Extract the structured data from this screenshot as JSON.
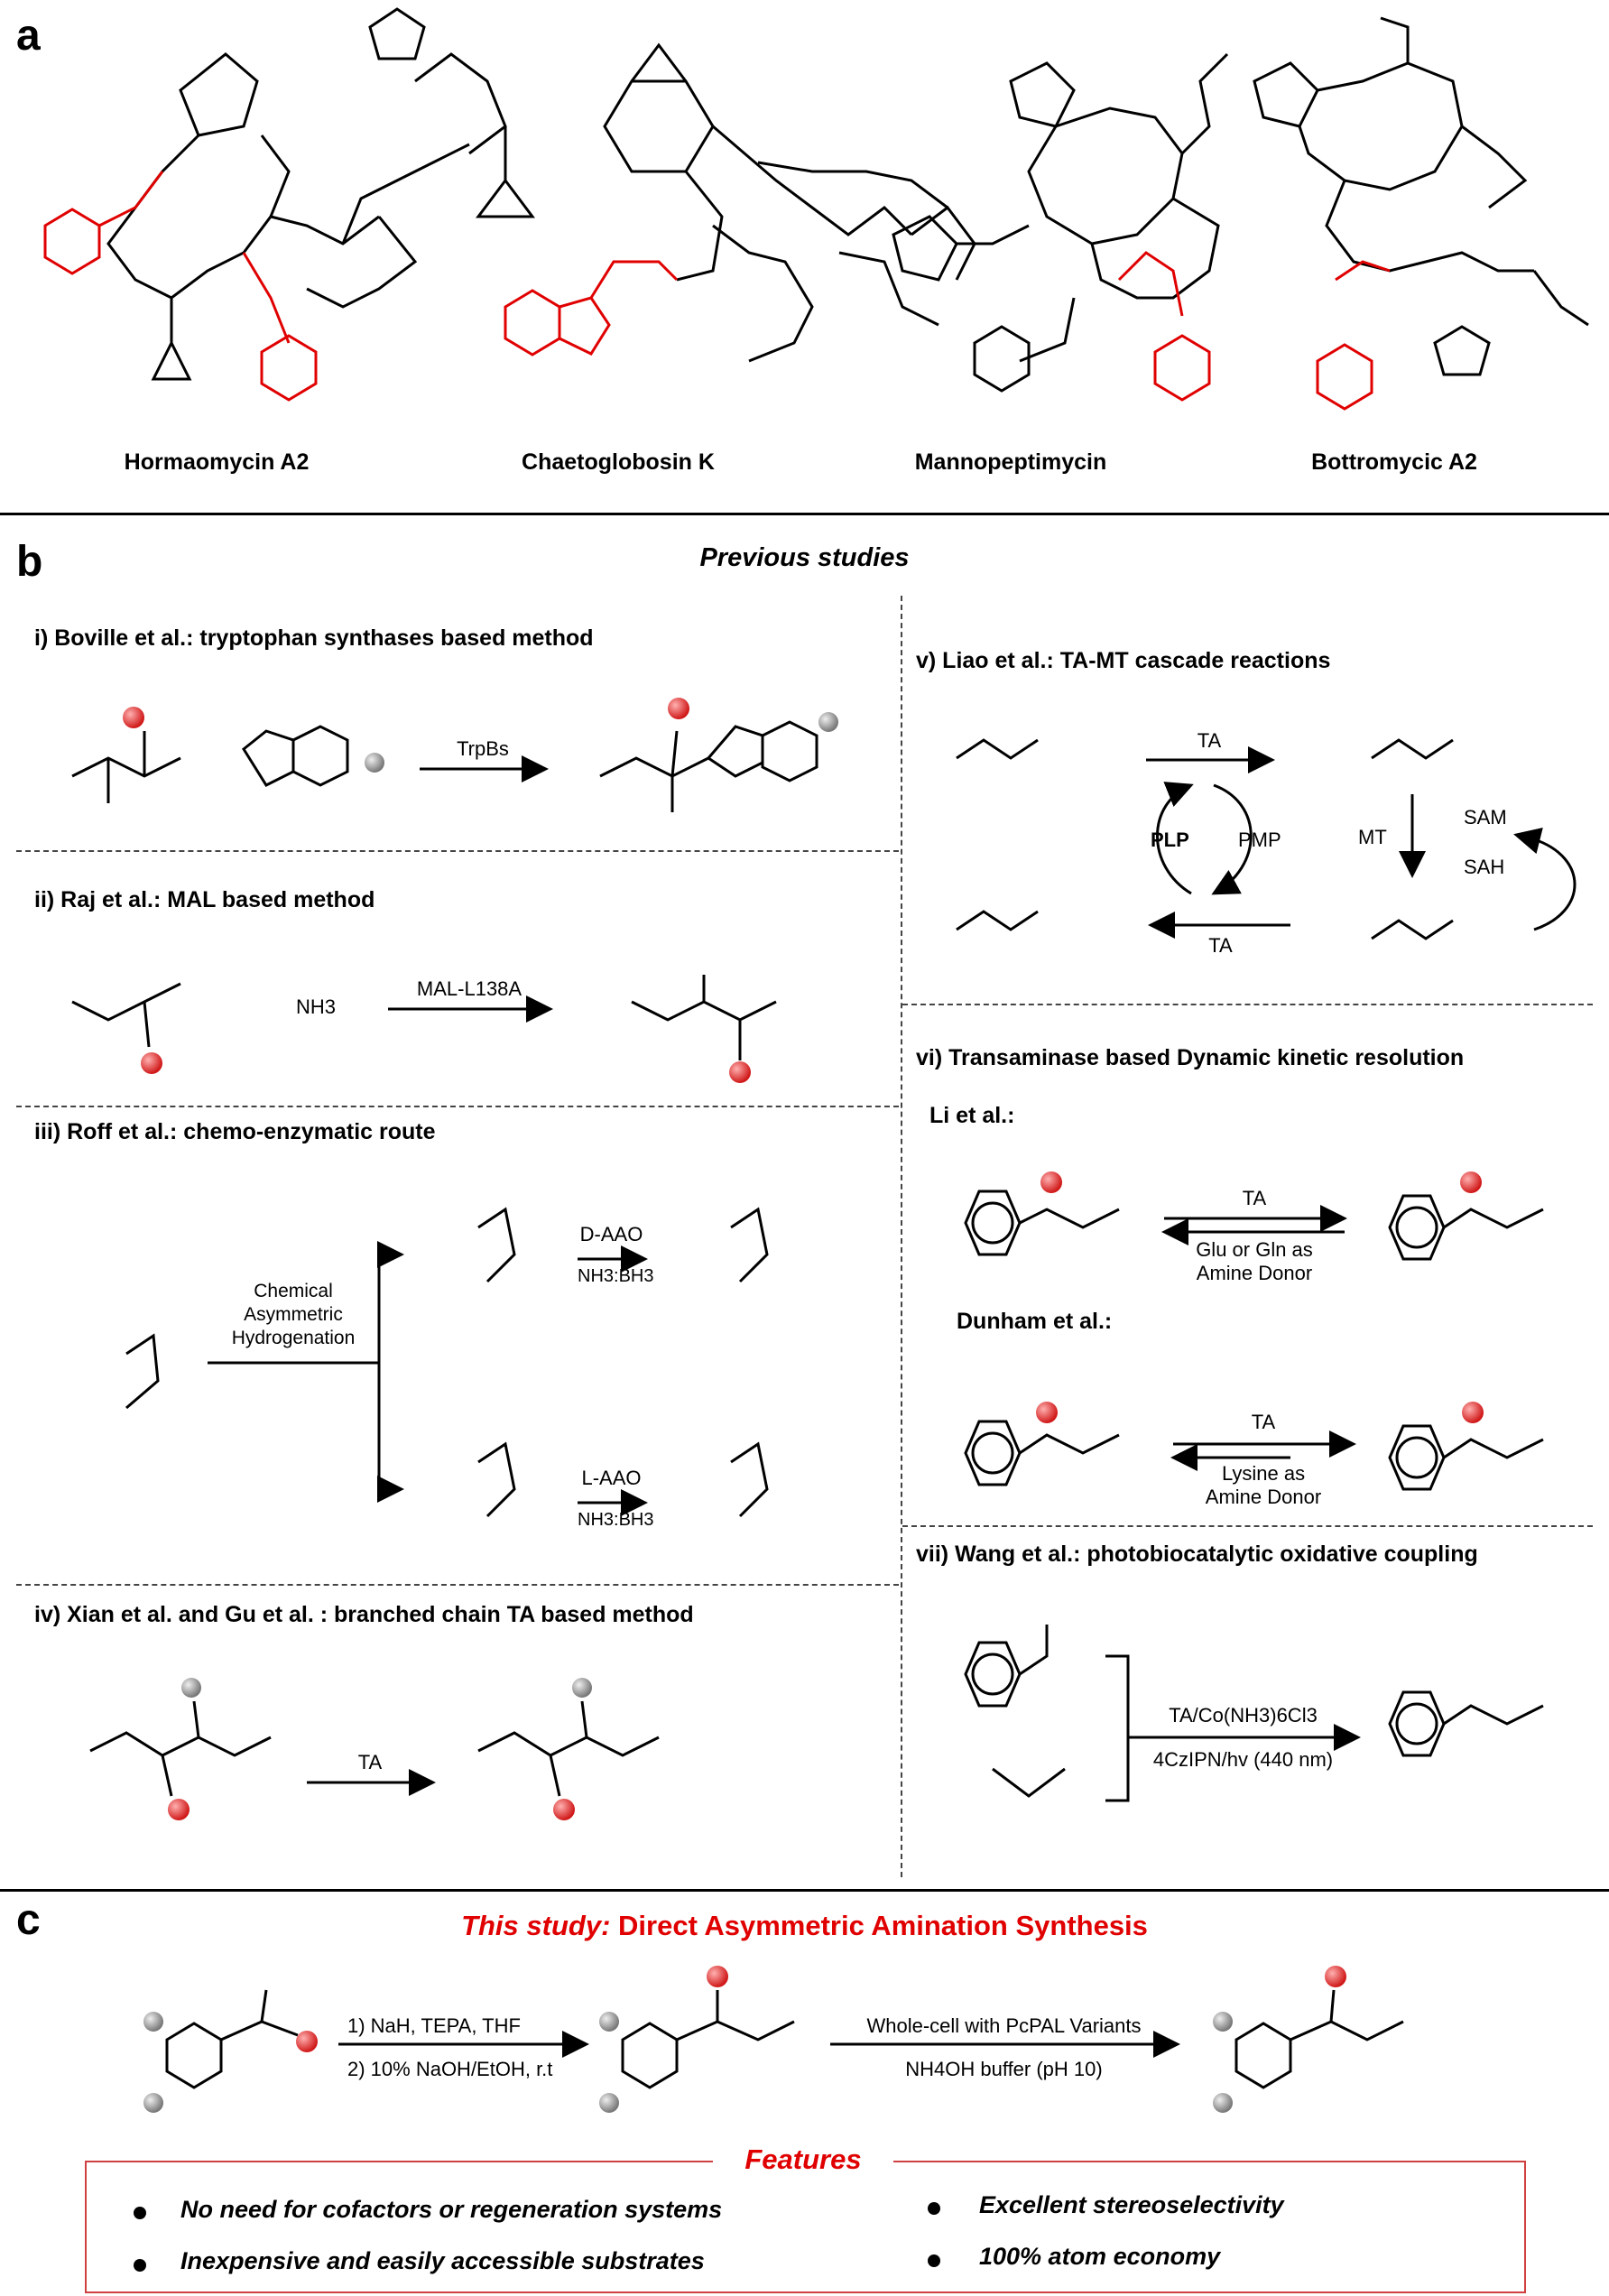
{
  "panels": {
    "a": "a",
    "b": "b",
    "c": "c"
  },
  "panel_a": {
    "compounds": [
      "Hormaomycin A2",
      "Chaetoglobosin K",
      "Mannopeptimycin",
      "Bottromycic A2"
    ]
  },
  "panel_b": {
    "heading": "Previous studies",
    "s1": {
      "title": "i)  Boville et al.: tryptophan synthases based method",
      "enzyme": "TrpBs"
    },
    "s2": {
      "title": "ii)  Raj et al.:  MAL based method",
      "enzyme": "MAL-L138A",
      "reagent": "NH3"
    },
    "s3": {
      "title": "iii) Roff et al.:  chemo-enzymatic route",
      "step1": "Chemical Asymmetric Hydrogenation",
      "d_enzyme": "D-AAO",
      "l_enzyme": "L-AAO",
      "reductant": "NH3:BH3"
    },
    "s4": {
      "title": "iv) Xian et al. and Gu et al. : branched chain TA based method",
      "enzyme": "TA"
    },
    "s5": {
      "title": "v) Liao et al.: TA-MT cascade reactions",
      "ta1": "TA",
      "ta2": "TA",
      "mt": "MT",
      "plp": "PLP",
      "pmp": "PMP",
      "sam": "SAM",
      "sah": "SAH"
    },
    "s6": {
      "title": "vi) Transaminase based Dynamic kinetic resolution",
      "li": "Li et al.:",
      "li_cond1": "TA",
      "li_cond2": "Glu or Gln as",
      "li_cond3": "Amine Donor",
      "dunham": "Dunham et al.:",
      "du_cond1": "TA",
      "du_cond2": "Lysine as",
      "du_cond3": "Amine Donor"
    },
    "s7": {
      "title": "vii) Wang et al.: photobiocatalytic oxidative coupling",
      "cond1": "TA/Co(NH3)6Cl3",
      "cond2": "4CzIPN/hv (440 nm)"
    }
  },
  "panel_c": {
    "title_red": "This study:",
    "title_rest": "Direct Asymmetric Amination Synthesis",
    "cond1a": "1) NaH, TEPA, THF",
    "cond1b": "2) 10% NaOH/EtOH, r.t",
    "cond2a": "Whole-cell with PcPAL Variants",
    "cond2b": "NH4OH buffer (pH 10)",
    "features_title": "Features",
    "features": [
      "No need for cofactors or regeneration systems",
      "Inexpensive and easily accessible substrates",
      "Excellent stereoselectivity",
      "100% atom economy"
    ]
  },
  "colors": {
    "highlight": "#e00000",
    "amine": "#1a3ccc",
    "sphere_red": "#e23a3a",
    "sphere_grey": "#9a9a9a"
  }
}
